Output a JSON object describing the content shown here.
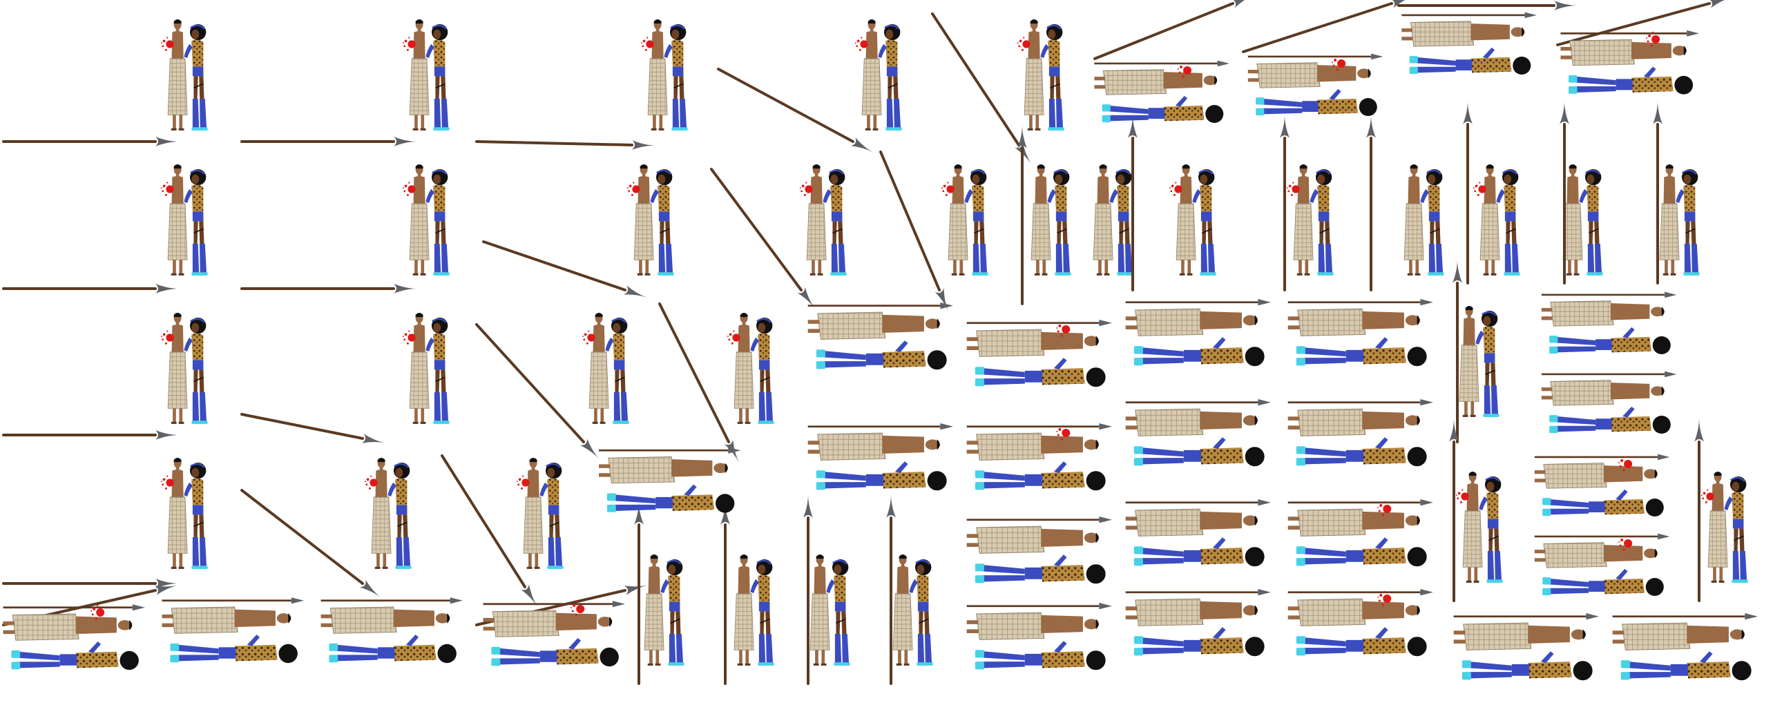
{
  "sheet": {
    "kind": "sprite-sheet",
    "background": "#ffffff",
    "colors": {
      "spear_shaft": "#5a3a22",
      "spear_tip": "#5f6368",
      "skin_man": "#9a6a45",
      "skin_woman": "#6b3f22",
      "skirt": "#d8cbb0",
      "skirt_stroke": "#8e8068",
      "suit_blue": "#3b4cc0",
      "leopard": "#b98a3c",
      "leopard_spot": "#3a2412",
      "boot_glow": "#47d2e6",
      "hair": "#111111",
      "blood": "#e01818"
    },
    "frame_types": [
      "standing-pair",
      "fallen-pair",
      "thrown-spear"
    ],
    "icon_names": [
      "spear-icon",
      "blood-splatter-icon"
    ]
  }
}
